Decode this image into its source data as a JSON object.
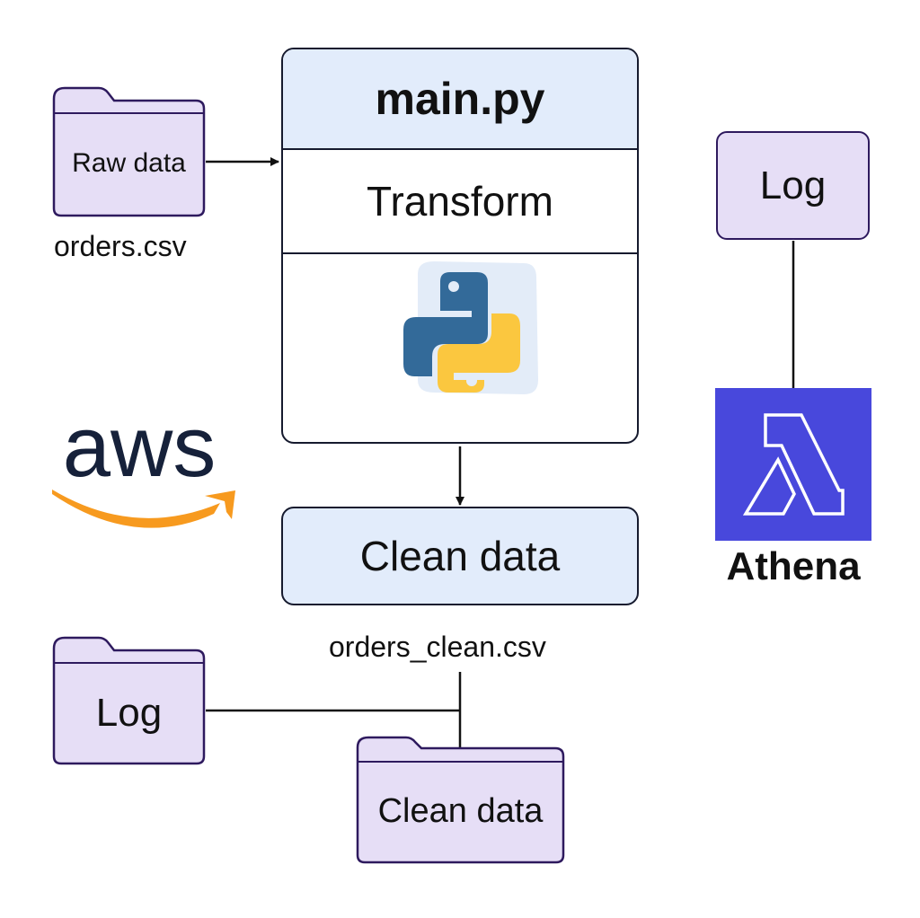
{
  "diagram": {
    "source_folder": {
      "label": "Raw data",
      "caption": "orders.csv"
    },
    "script_box": {
      "title": "main.py",
      "step": "Transform",
      "logo": "python-logo"
    },
    "output_box": {
      "label": "Clean data",
      "caption": "orders_clean.csv"
    },
    "log_box": {
      "label": "Log"
    },
    "athena": {
      "label": "Athena",
      "icon": "lambda-icon",
      "color": "#4848dc"
    },
    "aws_logo": {
      "text": "aws",
      "text_color": "#16213a",
      "smile_color": "#f79a1f"
    },
    "log_folder": {
      "label": "Log"
    },
    "clean_folder": {
      "label": "Clean data"
    },
    "colors": {
      "folder_fill": "#e6def6",
      "folder_stroke": "#2e1a5e",
      "box_fill": "#e2ecfb",
      "python_blue": "#336a99",
      "python_yellow": "#fbc73f"
    }
  }
}
